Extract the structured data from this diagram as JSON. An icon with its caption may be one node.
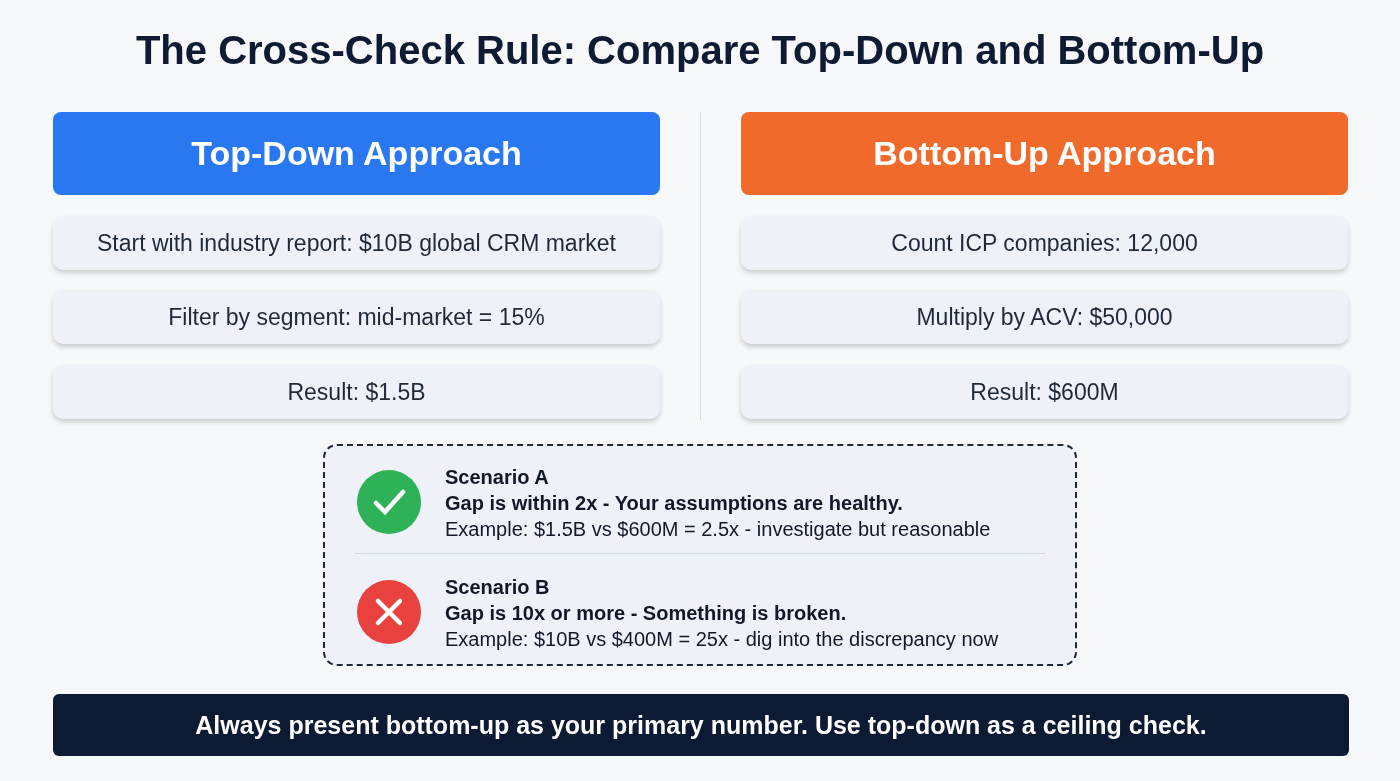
{
  "diagram": {
    "title": "The Cross-Check Rule: Compare Top-Down and Bottom-Up",
    "nodes": [
      {
        "text": [
          "Top-Down Approach"
        ]
      },
      {
        "text": [
          "Start with industry report: $10B global CRM market"
        ]
      },
      {
        "text": [
          "Filter by segment: mid-market = 15%"
        ]
      },
      {
        "text": [
          "Result: $1.5B"
        ]
      },
      {
        "text": [
          "Bottom-Up Approach"
        ]
      },
      {
        "text": [
          "Count ICP companies: 12,000"
        ]
      },
      {
        "text": [
          "Multiply by ACV: $50,000"
        ]
      },
      {
        "text": [
          "Result: $600M"
        ]
      },
      {
        "text": [],
        "shape": "box"
      },
      {
        "text": [
          "Scenario A",
          "Gap is within 2x - Your assumptions are healthy.",
          "Example: $1.5B vs $600M = 2.5x - investigate but reasonable"
        ],
        "in": 8
      },
      {
        "text": [
          "Scenario B",
          "Gap is 10x or more - Something is broken.",
          "Example: $10B vs $400M = 25x - dig into the discrepancy now"
        ],
        "in": 8
      },
      {
        "text": [
          "Always present bottom-up as your primary number. Use top-down as a ceiling check."
        ]
      }
    ]
  }
}
